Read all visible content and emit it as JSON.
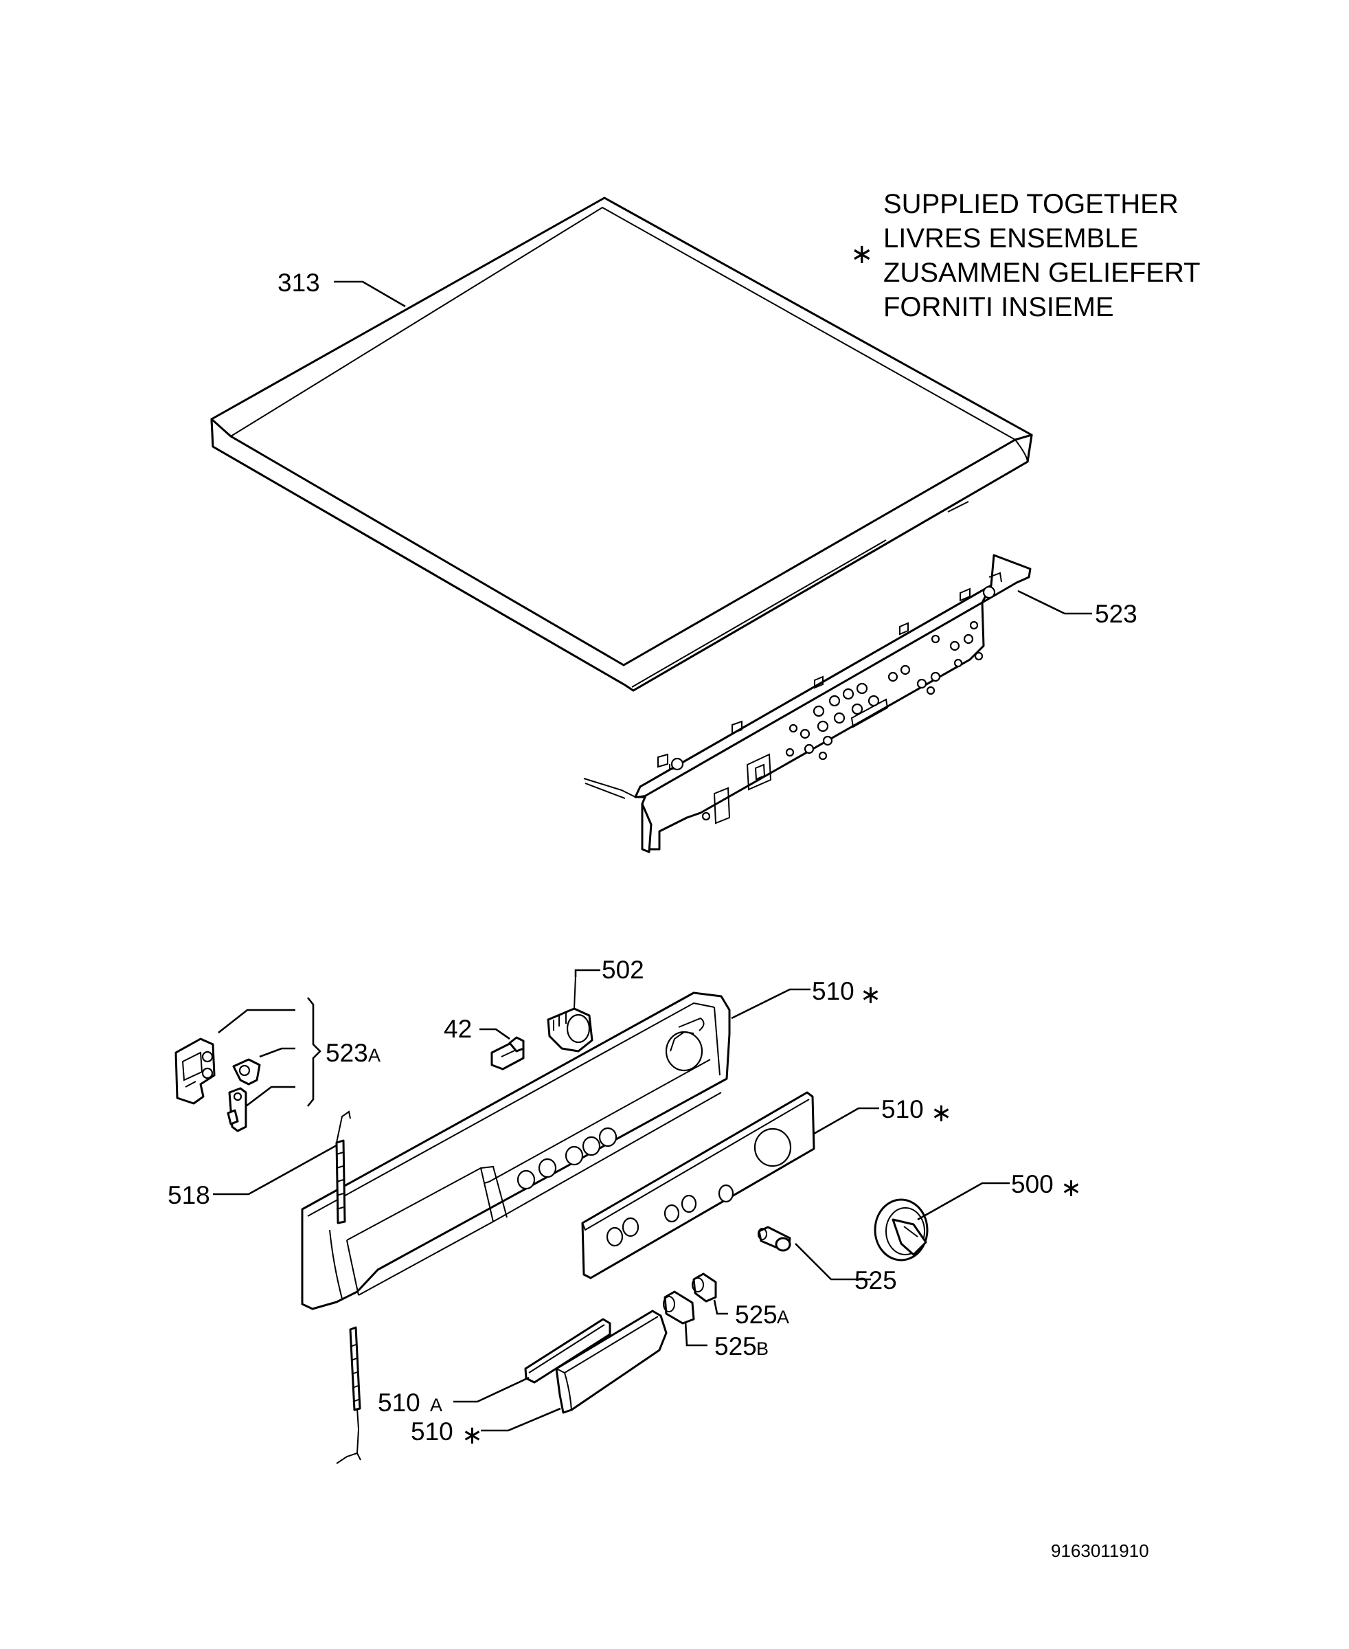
{
  "legend": {
    "symbol": "∗",
    "lines": [
      "SUPPLIED TOGETHER",
      "LIVRES ENSEMBLE",
      "ZUSAMMEN GELIEFERT",
      "FORNITI INSIEME"
    ]
  },
  "labels": {
    "p313": "313",
    "p523": "523",
    "p502": "502",
    "p42": "42",
    "p523a_num": "523",
    "p523a_suf": "A",
    "p510_top": "510",
    "p510_mid": "510",
    "p500": "500",
    "p518": "518",
    "p525": "525",
    "p525a_num": "525",
    "p525a_suf": "A",
    "p525b_num": "525",
    "p525b_suf": "B",
    "p510a_num": "510",
    "p510a_suf": "A",
    "p510_bottom": "510",
    "star": "∗"
  },
  "document_number": "9163011910"
}
